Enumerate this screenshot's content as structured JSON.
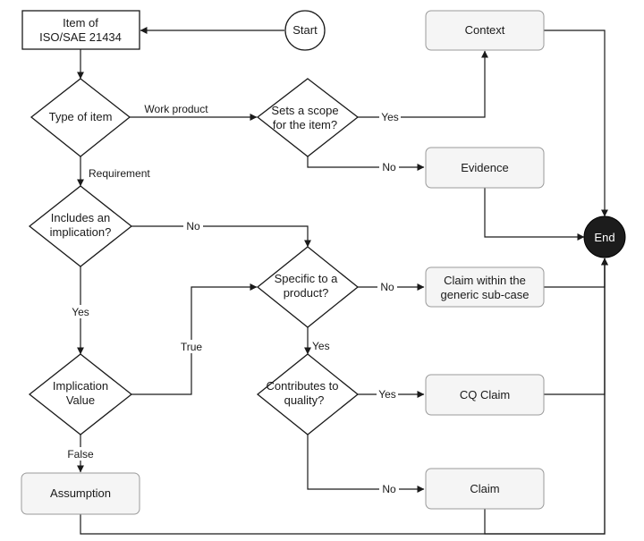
{
  "nodes": {
    "item": [
      "Item of",
      "ISO/SAE 21434"
    ],
    "start": "Start",
    "type_of_item": "Type of item",
    "sets_scope": [
      "Sets a scope",
      "for the item?"
    ],
    "context": "Context",
    "evidence": "Evidence",
    "includes_implication": [
      "Includes an",
      "implication?"
    ],
    "specific_product": [
      "Specific to a",
      "product?"
    ],
    "claim_generic": [
      "Claim within the",
      "generic sub-case"
    ],
    "implication_value": [
      "Implication",
      "Value"
    ],
    "contributes_quality": [
      "Contributes to",
      "quality?"
    ],
    "cq_claim": "CQ Claim",
    "assumption": "Assumption",
    "claim": "Claim",
    "end": "End"
  },
  "edges": {
    "work_product": "Work product",
    "requirement": "Requirement",
    "scope_yes": "Yes",
    "scope_no": "No",
    "implication_no": "No",
    "implication_yes": "Yes",
    "specific_no": "No",
    "specific_yes": "Yes",
    "value_true": "True",
    "value_false": "False",
    "quality_yes": "Yes",
    "quality_no": "No"
  }
}
